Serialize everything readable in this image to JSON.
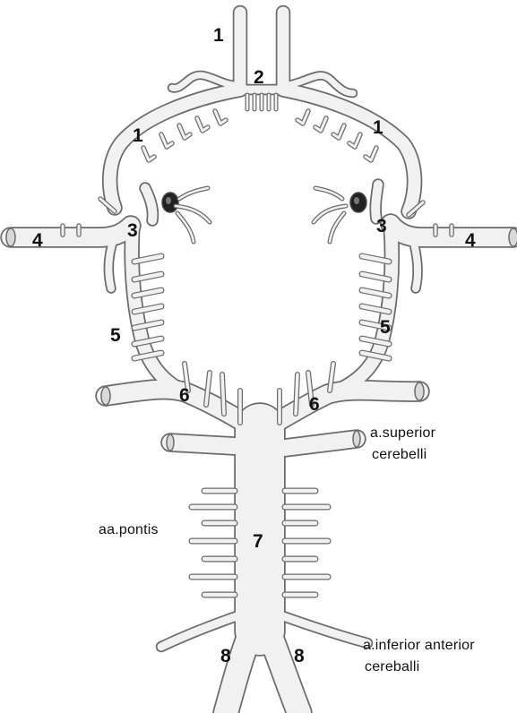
{
  "diagram": {
    "numbers": {
      "n1_top": "1",
      "n2": "2",
      "n1_left": "1",
      "n1_right": "1",
      "n3_left": "3",
      "n3_right": "3",
      "n4_left": "4",
      "n4_right": "4",
      "n5_left": "5",
      "n5_right": "5",
      "n6_left": "6",
      "n6_right": "6",
      "n7": "7",
      "n8_left": "8",
      "n8_right": "8"
    },
    "labels": {
      "superior_line1": "a.superior",
      "superior_line2": "cerebelli",
      "pontis": "aa.pontis",
      "inferior_line1": "a.inferior anterior",
      "inferior_line2": "cereballi"
    },
    "colors": {
      "vessel_outline": "#6b6b6b",
      "vessel_fill": "#f1f1f1",
      "text": "#111111"
    }
  }
}
